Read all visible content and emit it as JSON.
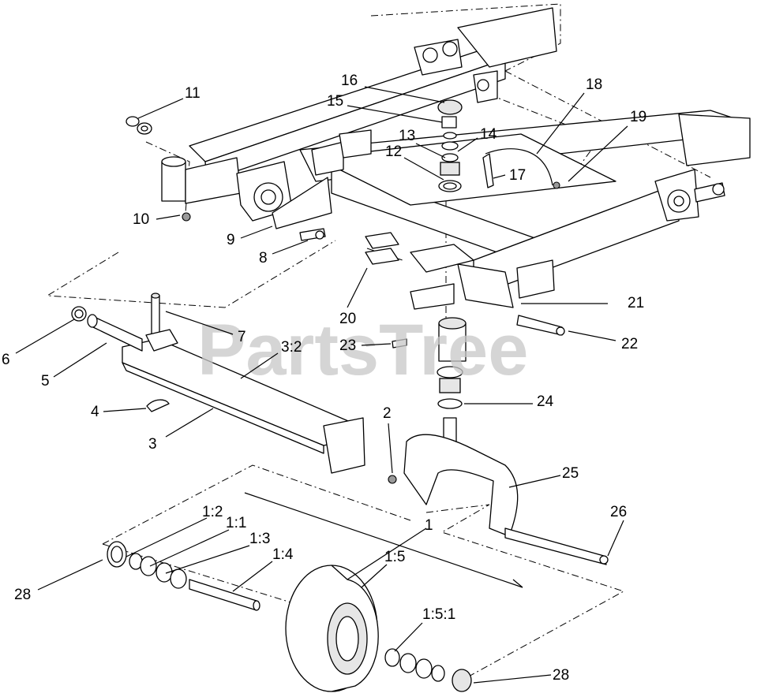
{
  "watermark": "PartsTree",
  "callouts": [
    "16",
    "15",
    "11",
    "13",
    "14",
    "12",
    "18",
    "19",
    "17",
    "10",
    "9",
    "8",
    "20",
    "21",
    "7",
    "3:2",
    "23",
    "22",
    "6",
    "5",
    "24",
    "4",
    "3",
    "2",
    "25",
    "1",
    "26",
    "1:2",
    "1:1",
    "1:3",
    "1:4",
    "1:5",
    "28",
    "1:5:1",
    "28"
  ]
}
